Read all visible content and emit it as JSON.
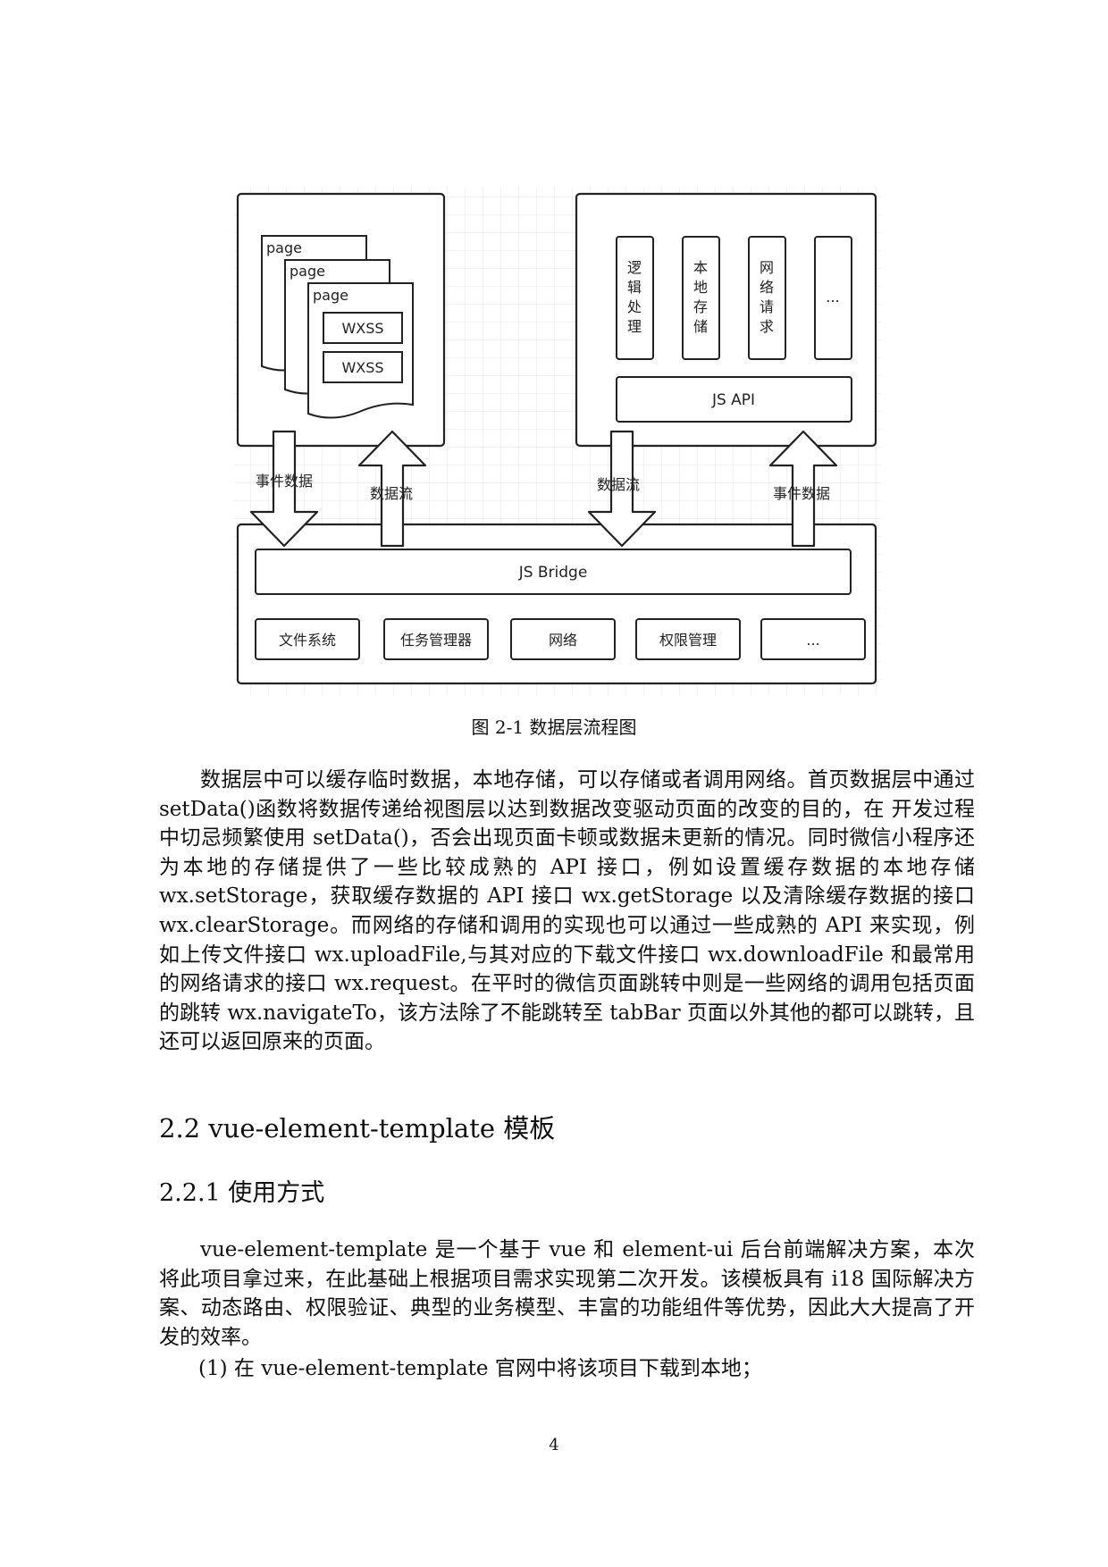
{
  "figure": {
    "pages": [
      "page",
      "page",
      "page"
    ],
    "wxss_1": "WXSS",
    "wxss_2": "WXSS",
    "services": [
      "逻辑处理",
      "本地存储",
      "网络请求",
      "..."
    ],
    "js_api": "JS API",
    "arrow_labels": {
      "left_down": "事件数据",
      "left_up": "数据流",
      "right_down": "数据流",
      "right_up": "事件数据"
    },
    "js_bridge": "JS Bridge",
    "native_modules": [
      "文件系统",
      "任务管理器",
      "网络",
      "权限管理",
      "..."
    ]
  },
  "caption": "图 2-1 数据层流程图",
  "paragraph_1": "数据层中可以缓存临时数据，本地存储，可以存储或者调用网络。首页数据层中通过 setData()函数将数据传递给视图层以达到数据改变驱动页面的改变的目的，在 开发过程中切忌频繁使用 setData()，否会出现页面卡顿或数据未更新的情况。同时微信小程序还为本地的存储提供了一些比较成熟的 API 接口，例如设置缓存数据的本地存储 wx.setStorage，获取缓存数据的 API 接口 wx.getStorage 以及清除缓存数据的接口 wx.clearStorage。而网络的存储和调用的实现也可以通过一些成熟的 API 来实现，例如上传文件接口 wx.uploadFile,与其对应的下载文件接口 wx.downloadFile 和最常用的网络请求的接口 wx.request。在平时的微信页面跳转中则是一些网络的调用包括页面的跳转 wx.navigateTo，该方法除了不能跳转至 tabBar 页面以外其他的都可以跳转，且还可以返回原来的页面。",
  "section_heading": "2.2 vue-element-template 模板",
  "subsection_heading": "2.2.1 使用方式",
  "paragraph_2": "vue-element-template 是一个基于 vue 和 element-ui 后台前端解决方案，本次将此项目拿过来，在此基础上根据项目需求实现第二次开发。该模板具有 i18 国际解决方案、动态路由、权限验证、典型的业务模型、丰富的功能组件等优势，因此大大提高了开发的效率。",
  "list_item_1": "(1) 在 vue-element-template 官网中将该项目下载到本地；",
  "page_number": "4"
}
